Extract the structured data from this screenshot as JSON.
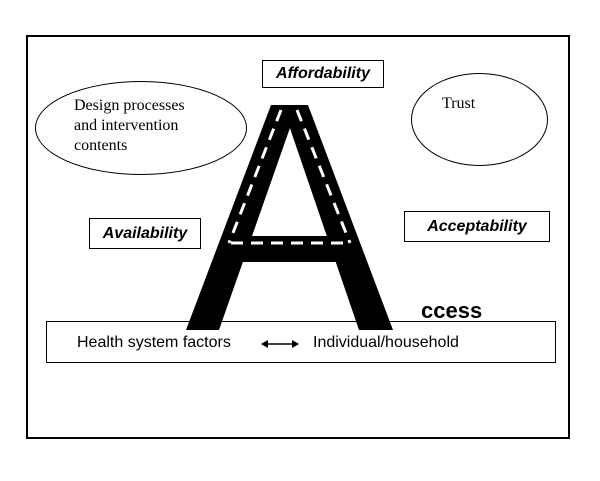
{
  "labels": {
    "affordability": "Affordability",
    "availability": "Availability",
    "acceptability": "Acceptability"
  },
  "ellipses": {
    "design_line1": "Design processes",
    "design_line2": "and intervention",
    "design_line3": "contents",
    "trust": "Trust"
  },
  "access_suffix": "ccess",
  "bottom_bar": {
    "left_text": "Health system factors",
    "right_text": "Individual/household"
  }
}
